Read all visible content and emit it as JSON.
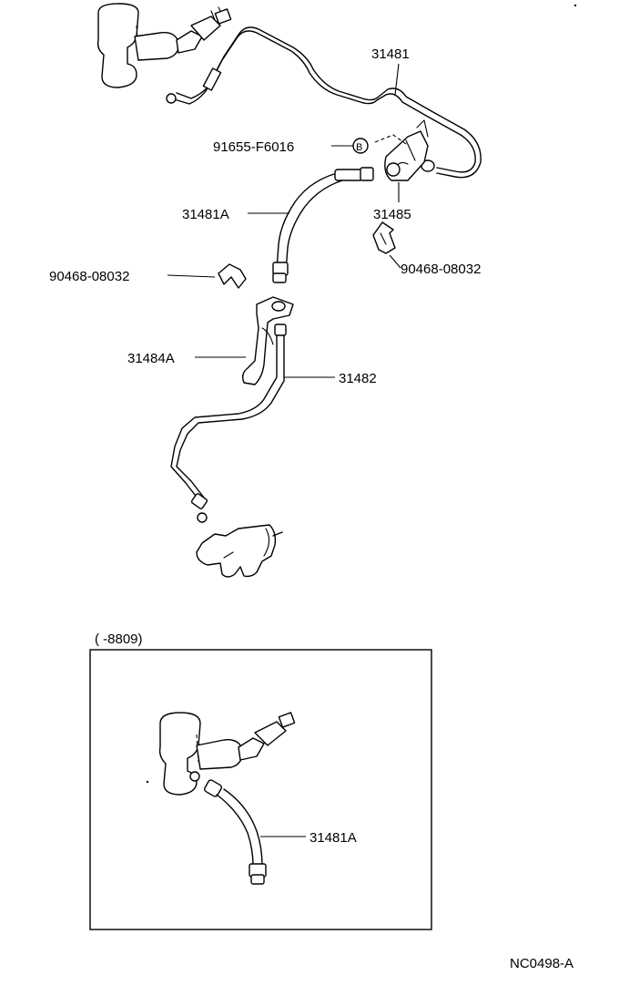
{
  "labels": {
    "line_31481": "31481",
    "bolt_91655": "91655-F6016",
    "bolt_marker": "B",
    "hose_31481a": "31481A",
    "bracket_31485": "31485",
    "clip_right": "90468-08032",
    "clip_left": "90468-08032",
    "bracket_31484a": "31484A",
    "line_31482": "31482",
    "inset_range": "(      -8809)",
    "inset_hose_31481a": "31481A",
    "diagram_code": "NC0498-A"
  }
}
